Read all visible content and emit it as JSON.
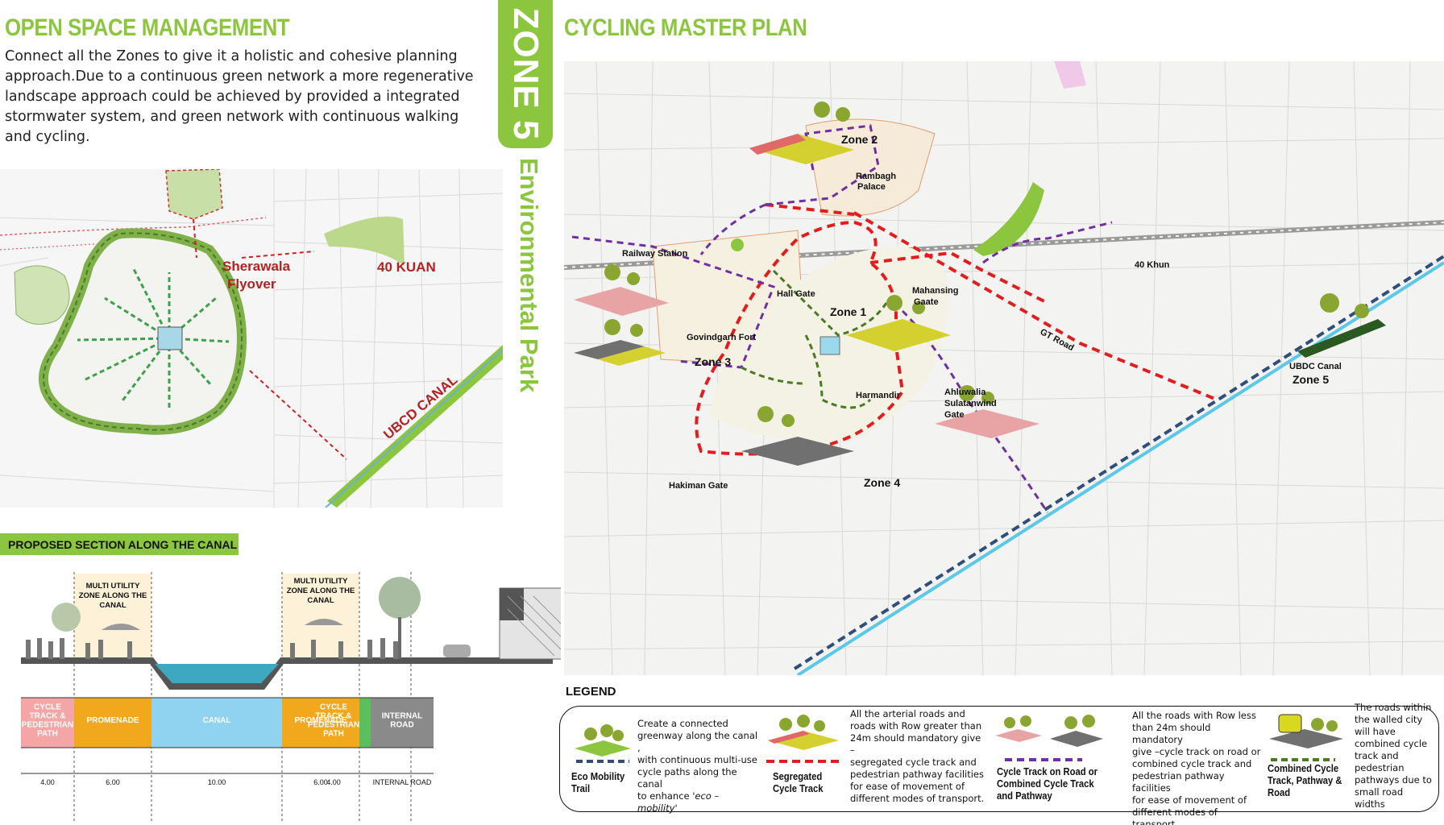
{
  "left": {
    "title": "OPEN SPACE MANAGEMENT",
    "intro": "Connect all the Zones to give it a holistic and cohesive planning approach.Due to a continuous green network a more regenerative landscape approach could be achieved by provided a integrated stormwater system, and green network with continuous walking and cycling.",
    "map_labels": {
      "sherawala": "Sherawala",
      "flyover": "Flyover",
      "kuan": "40 KUAN",
      "ubcd": "UBCD CANAL"
    },
    "section_title": "PROPOSED SECTION ALONG THE CANAL",
    "multi_utility": [
      "MULTI UTILITY",
      "ZONE ALONG THE",
      "CANAL"
    ],
    "section_columns": [
      {
        "name": "CYCLE TRACK & PEDESTRIAN PATH",
        "lines": [
          "CYCLE",
          "TRACK &",
          "PEDESTRIAN",
          "PATH"
        ],
        "color": "#f4a6a6",
        "width_label": "4.00"
      },
      {
        "name": "PROMENADE",
        "lines": [
          "PROMENADE"
        ],
        "color": "#f2a81d",
        "width_label": "6.00"
      },
      {
        "name": "CANAL",
        "lines": [
          "CANAL"
        ],
        "color": "#8fd3f0",
        "width_label": "10.00"
      },
      {
        "name": "PROMENADE",
        "lines": [
          "PROMENADE"
        ],
        "color": "#f2a81d",
        "width_label": "6.00"
      },
      {
        "name": "CYCLE TRACK & PEDESTRIAN PATH",
        "lines": [
          "CYCLE",
          "TRACK &",
          "PEDESTRIAN",
          "PATH"
        ],
        "color": "#f4a6a6",
        "width_label": "4.00"
      },
      {
        "name": "INTERNAL ROAD",
        "lines": [
          "INTERNAL",
          "ROAD"
        ],
        "color": "#8a8a8a",
        "width_label": "INTERNAL ROAD"
      }
    ]
  },
  "zone": {
    "tab": "ZONE 5",
    "subtitle": "Environmental Park"
  },
  "right": {
    "title": "CYCLING MASTER PLAN",
    "labels": {
      "zone1": "Zone 1",
      "zone2": "Zone 2",
      "zone3": "Zone 3",
      "zone4": "Zone 4",
      "zone5": "Zone 5",
      "rambagh1": "Rambagh",
      "rambagh2": "Palace",
      "railway": "Railway Station",
      "hall": "Hall Gate",
      "govind": "Govindgarh Fort",
      "mahansing1": "Mahansing",
      "mahansing2": "Gaate",
      "gt": "GT Road",
      "khun": "40 Khun",
      "ubdc": "UBDC Canal",
      "harmandir": "Harmandir",
      "ahlu1": "Ahluwalia",
      "ahlu2": "Sulatanwind",
      "ahlu3": "Gate",
      "hakiman": "Hakiman Gate"
    }
  },
  "legend": {
    "title": "LEGEND",
    "eco": {
      "name": [
        "Eco Mobility",
        "Trail"
      ],
      "desc": [
        "Create a connected",
        "greenway along the canal ,",
        "with continuous multi-use",
        "cycle paths along the canal",
        "to enhance "
      ],
      "desc_em": "'eco – mobility'"
    },
    "seg": {
      "name": [
        "Segregated",
        "Cycle Track"
      ],
      "desc": [
        "All the arterial roads and",
        "roads with Row greater than",
        "24m should mandatory give –",
        "segregated cycle track and",
        "pedestrian pathway facilities",
        "for ease of movement of",
        "different modes of transport."
      ]
    },
    "comb_road": {
      "name": [
        "Cycle Track on Road or",
        "Combined Cycle Track",
        "and Pathway"
      ],
      "desc": [
        "All the roads with Row less",
        "than 24m should mandatory",
        "give –cycle track on road or",
        "combined cycle track and",
        "pedestrian pathway facilities",
        "for ease of movement of",
        "different modes of transport."
      ]
    },
    "comb_all": {
      "name": [
        "Combined Cycle",
        "Track, Pathway &",
        "Road"
      ],
      "desc": [
        "The roads within",
        "the walled city",
        "will have",
        "combined cycle",
        "track and",
        "pedestrian",
        "pathways due to",
        "small road widths"
      ]
    }
  }
}
